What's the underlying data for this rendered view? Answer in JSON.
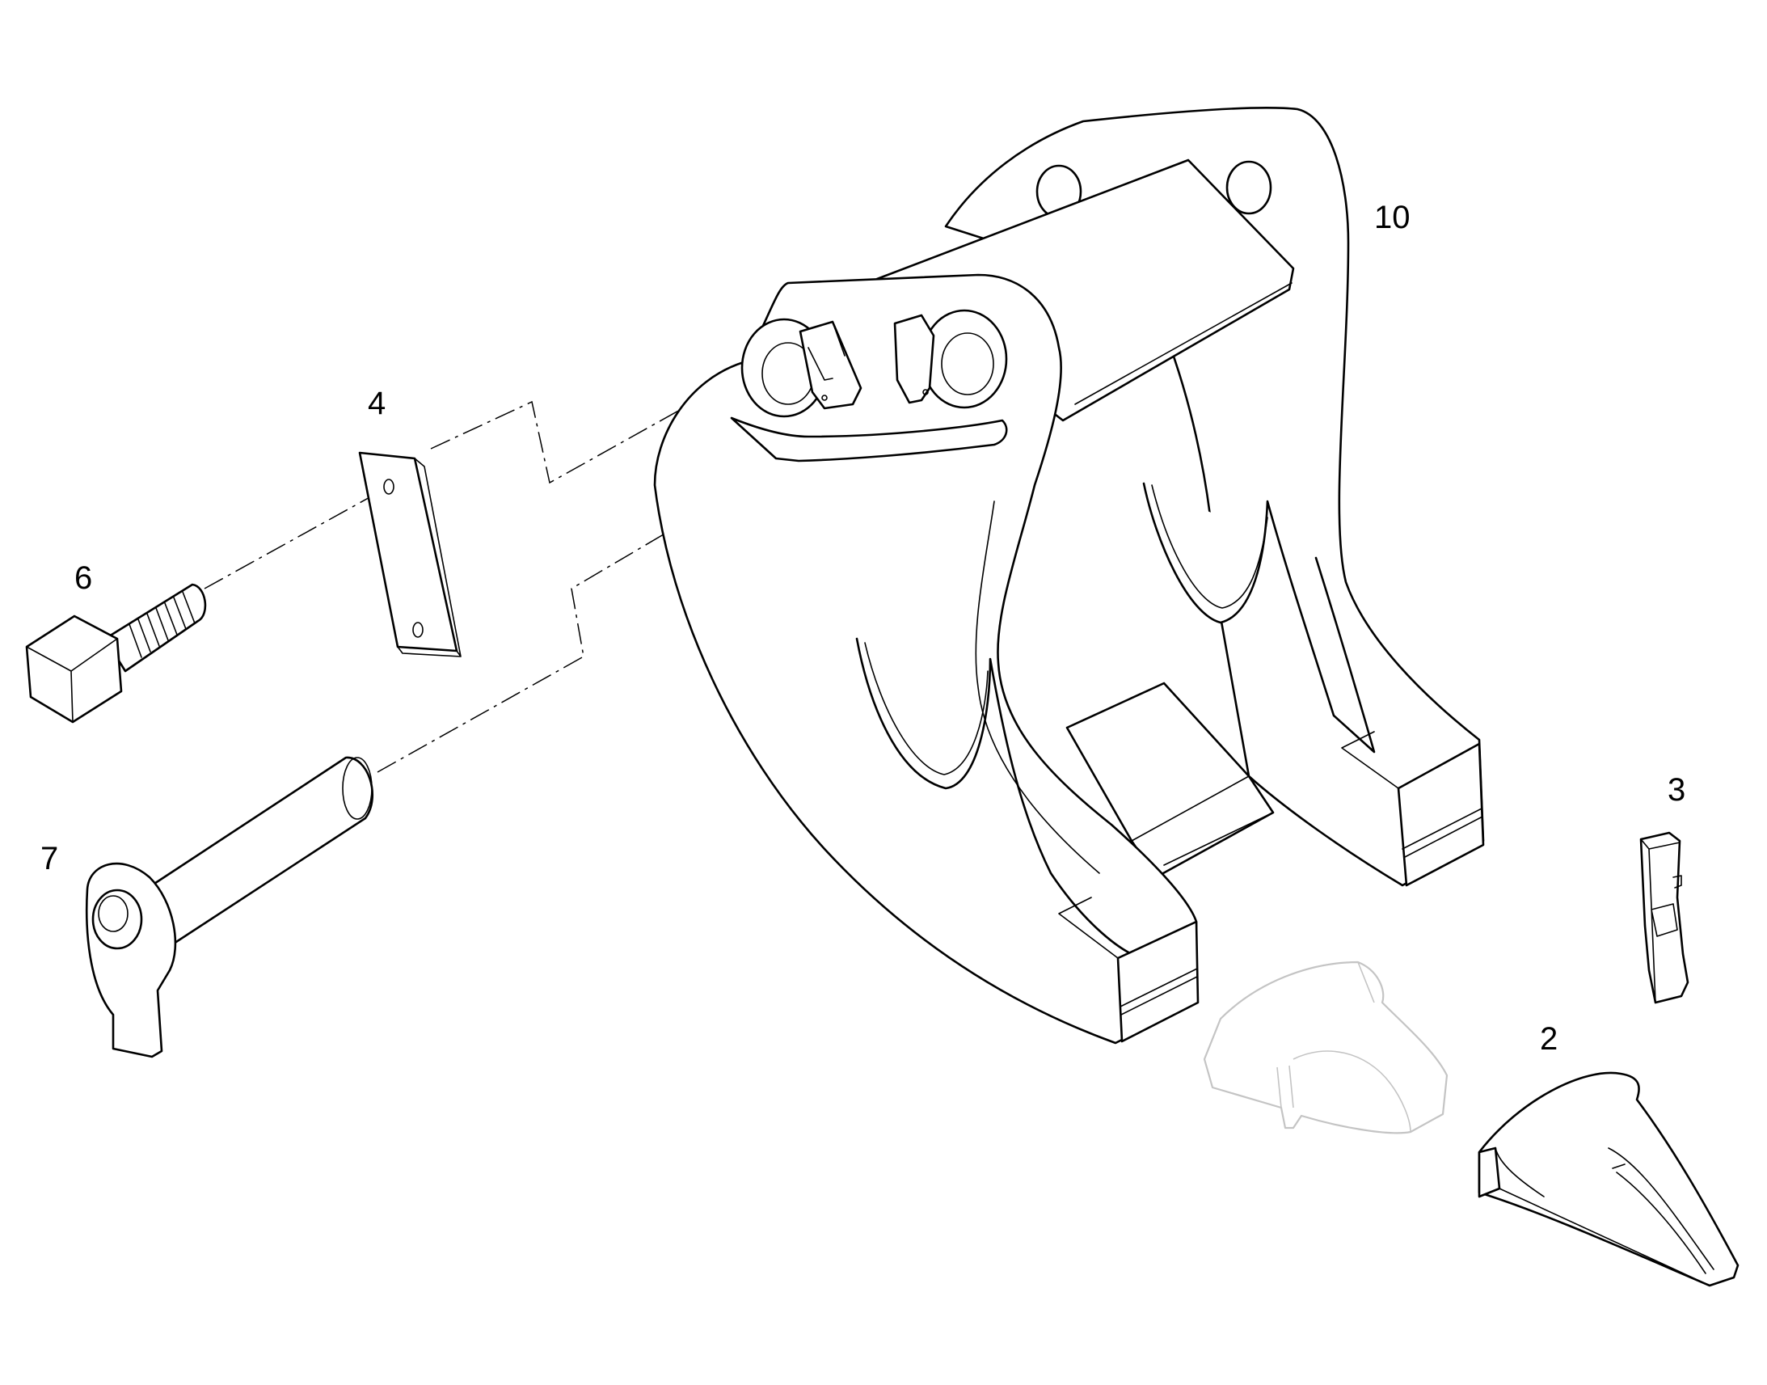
{
  "callouts": {
    "part_10": "10",
    "part_4": "4",
    "part_6": "6",
    "part_7": "7",
    "part_3": "3",
    "part_2": "2"
  },
  "colors": {
    "line": "#000000",
    "ghost_line": "#c4c4c4",
    "background": "#ffffff"
  }
}
